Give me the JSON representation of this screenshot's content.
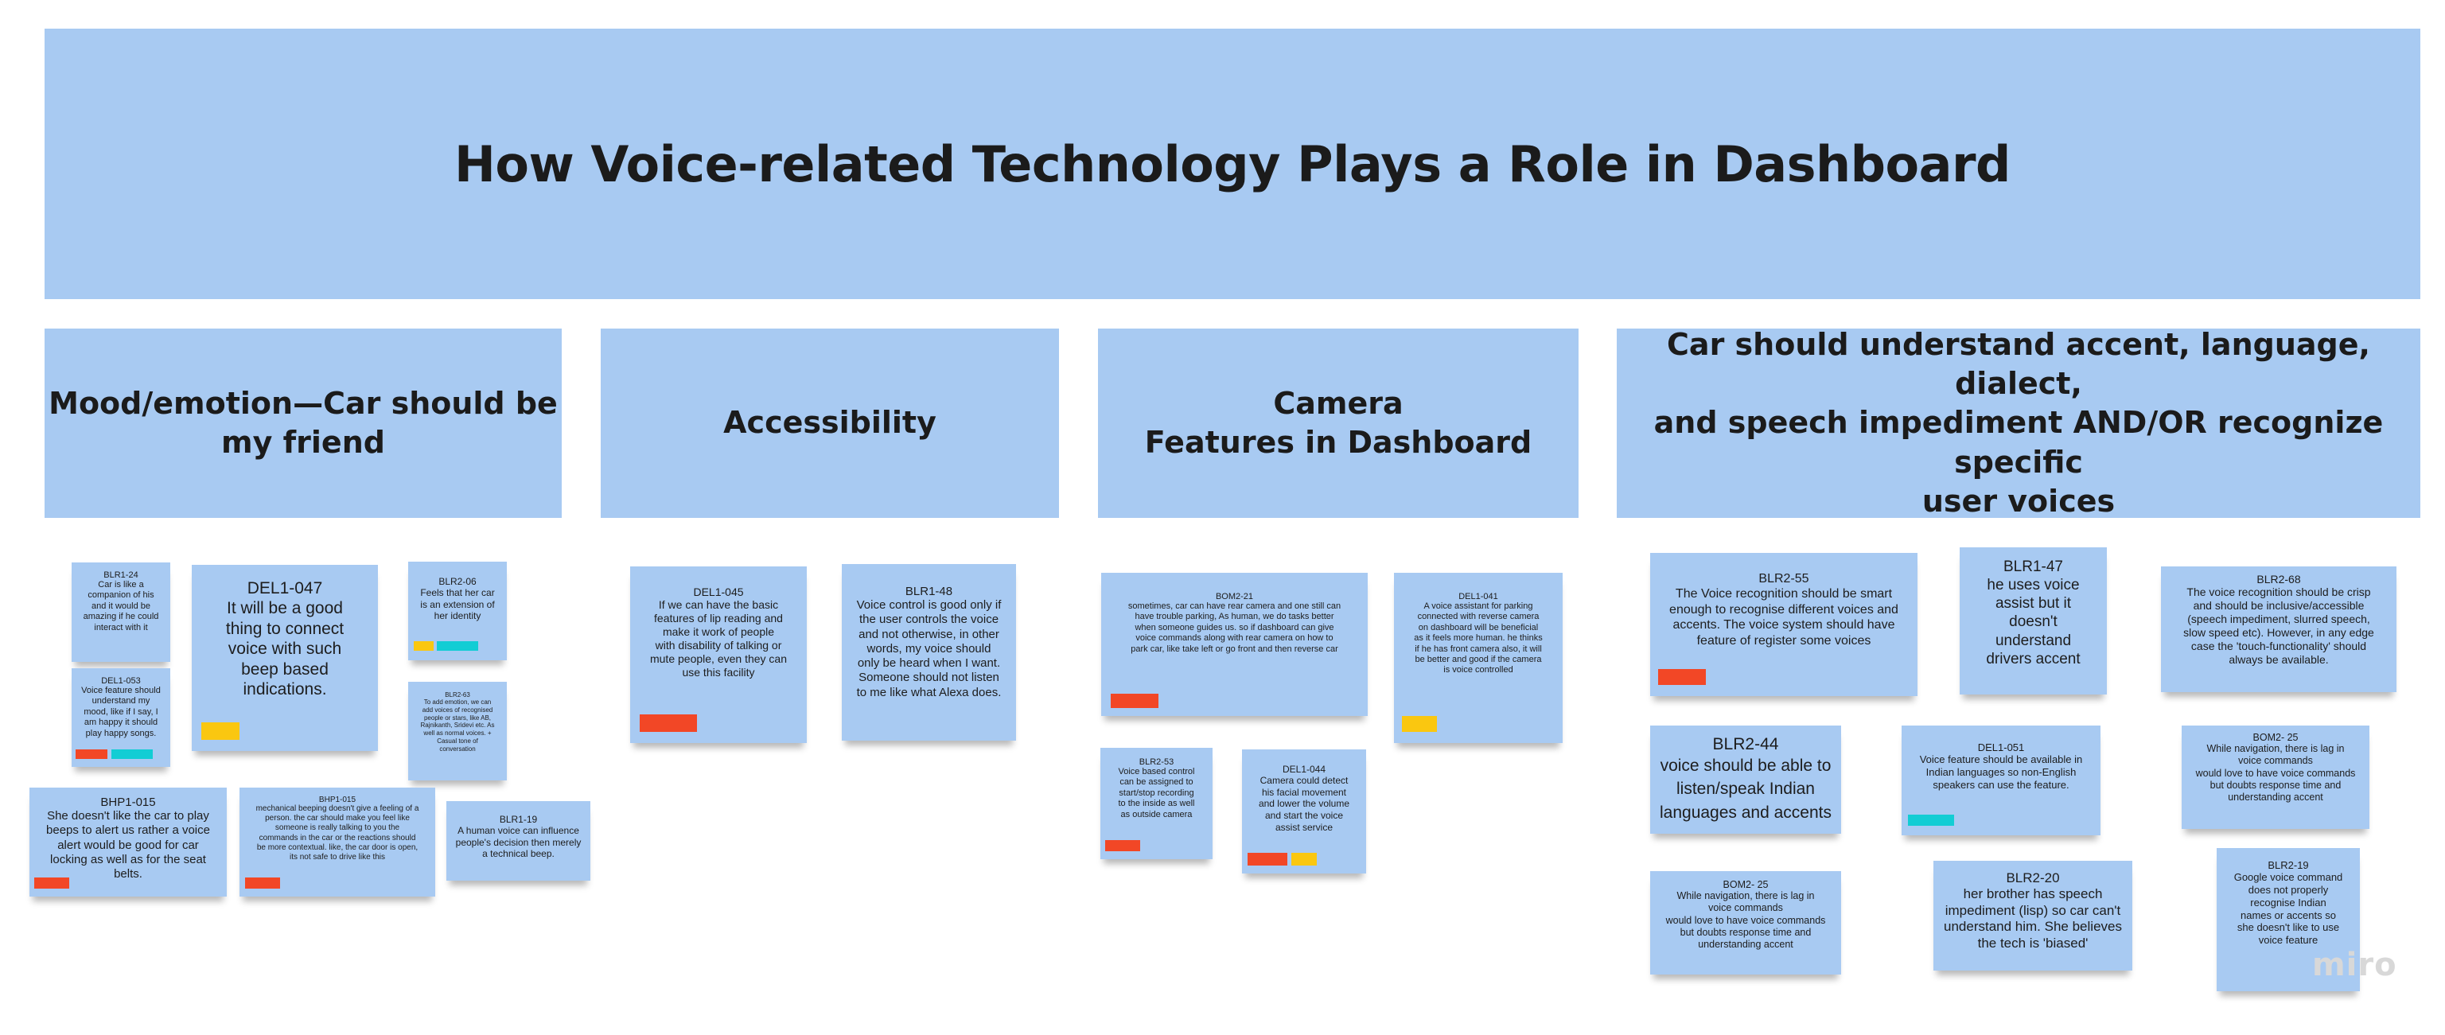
{
  "board": {
    "title": "How Voice-related Technology Plays a Role in Dashboard",
    "watermark": "miro"
  },
  "columns": [
    {
      "title": "Mood/emotion—Car should be\nmy friend"
    },
    {
      "title": "Accessibility"
    },
    {
      "title": "Camera\nFeatures in Dashboard"
    },
    {
      "title": "Car should understand accent, language, dialect,\nand speech impediment AND/OR recognize specific\nuser voices"
    }
  ],
  "notes": {
    "blr1_24": {
      "code": "BLR1-24",
      "text": "Car is like a\ncompanion of his\nand it would be\namazing if he could\ninteract with it"
    },
    "del1_047": {
      "code": "DEL1-047",
      "text": "It will be a good\nthing to connect\nvoice with such\nbeep based\nindications.",
      "tags": [
        "yellow"
      ]
    },
    "blr2_06": {
      "code": "BLR2-06",
      "text": "Feels that her car\nis an extension of\nher identity",
      "tags": [
        "yellow",
        "cyan"
      ]
    },
    "del1_053": {
      "code": "DEL1-053",
      "text": "Voice feature should\nunderstand my\nmood, like if I say, I\nam happy it should\nplay happy songs.",
      "tags": [
        "red",
        "cyan"
      ]
    },
    "blr2_63": {
      "code": "BLR2-63",
      "text": "To add emotion, we can\nadd voices of recognised\npeople or stars, like AB,\nRajnikanth, Sridevi etc. As\nwell as normal voices. +\nCasual tone of\nconversation"
    },
    "bhp1_015a": {
      "code": "BHP1-015",
      "text": "She doesn't like the car to play\nbeeps to alert us rather a voice\nalert would be good for car\nlocking as well as for the seat\nbelts.",
      "tags": [
        "red"
      ]
    },
    "bhp1_015b": {
      "code": "BHP1-015",
      "text": "mechanical beeping doesn't give a feeling of a\nperson. the car should make you feel like\nsomeone is really talking to you the\ncommands in the car or the reactions should\nbe more contextual. like, the car door is open,\nits not safe to drive like this",
      "tags": [
        "red"
      ]
    },
    "blr1_19": {
      "code": "BLR1-19",
      "text": "A human voice can influence\npeople's decision then merely\na technical beep."
    },
    "del1_045": {
      "code": "DEL1-045",
      "text": "If we can have the basic\nfeatures of lip reading and\nmake it work of people\nwith disability of talking or\nmute people, even they can\nuse this facility",
      "tags": [
        "red"
      ]
    },
    "blr1_48": {
      "code": "BLR1-48",
      "text": "Voice control is good only if\nthe user controls the voice\nand not otherwise, in other\nwords, my voice should\nonly be heard when I want.\nSomeone should not listen\nto me like what Alexa does."
    },
    "bom2_21": {
      "code": "BOM2-21",
      "text": "sometimes, car can have rear camera and one still can\nhave trouble parking, As human, we do tasks better\nwhen someone guides us. so if dashboard can give\nvoice commands along with rear camera on how to\npark car, like take left or go front and then reverse car",
      "tags": [
        "red"
      ]
    },
    "del1_041": {
      "code": "DEL1-041",
      "text": "A voice assistant for parking\nconnected with reverse camera\non dashboard will be beneficial\nas it feels more human. he thinks\nif he has front camera also, it will\nbe better and good if the camera\nis voice controlled",
      "tags": [
        "yellow"
      ]
    },
    "blr2_53": {
      "code": "BLR2-53",
      "text": "Voice based control\ncan be assigned to\nstart/stop recording\nto the inside as well\nas outside camera",
      "tags": [
        "red"
      ]
    },
    "del1_044": {
      "code": "DEL1-044",
      "text": "Camera could detect\nhis facial movement\nand lower the volume\nand start the voice\nassist service",
      "tags": [
        "red",
        "yellow"
      ]
    },
    "blr2_55": {
      "code": "BLR2-55",
      "text": "The Voice recognition should be smart\nenough to recognise different voices and\naccents. The voice system should have\nfeature of register some voices",
      "tags": [
        "red"
      ]
    },
    "blr1_47": {
      "code": "BLR1-47",
      "text": "he uses voice\nassist but it\ndoesn't\nunderstand\ndrivers accent"
    },
    "blr2_68": {
      "code": "BLR2-68",
      "text": "The voice recognition should be crisp\nand should be inclusive/accessible\n(speech impediment, slurred speech,\nslow speed etc). However, in any edge\ncase the 'touch-functionality' should\nalways be available."
    },
    "blr2_44": {
      "code": "BLR2-44",
      "text": "voice should be able to\nlisten/speak Indian\nlanguages and accents"
    },
    "del1_051": {
      "code": "DEL1-051",
      "text": "Voice feature should be available in\nIndian languages so non-English\nspeakers can use the feature.",
      "tags": [
        "cyan"
      ]
    },
    "bom2_25a": {
      "code": "BOM2- 25",
      "text": "While navigation, there is lag in\nvoice commands\nwould love to have voice commands\nbut doubts response time and\nunderstanding accent"
    },
    "bom2_25b": {
      "code": "BOM2- 25",
      "text": "While navigation, there is lag in\nvoice commands\nwould love to have voice commands\nbut doubts response time and\nunderstanding accent"
    },
    "blr2_20": {
      "code": "BLR2-20",
      "text": "her brother has speech\nimpediment (lisp) so car can't\nunderstand him. She believes\nthe tech is 'biased'"
    },
    "blr2_19": {
      "code": "BLR2-19",
      "text": "Google voice command\ndoes not properly\nrecognise Indian\nnames or accents so\nshe doesn't like to use\nvoice feature"
    }
  },
  "colors": {
    "sticky": "#a8caf2",
    "red": "#f24726",
    "yellow": "#fac710",
    "cyan": "#12cdd4"
  }
}
